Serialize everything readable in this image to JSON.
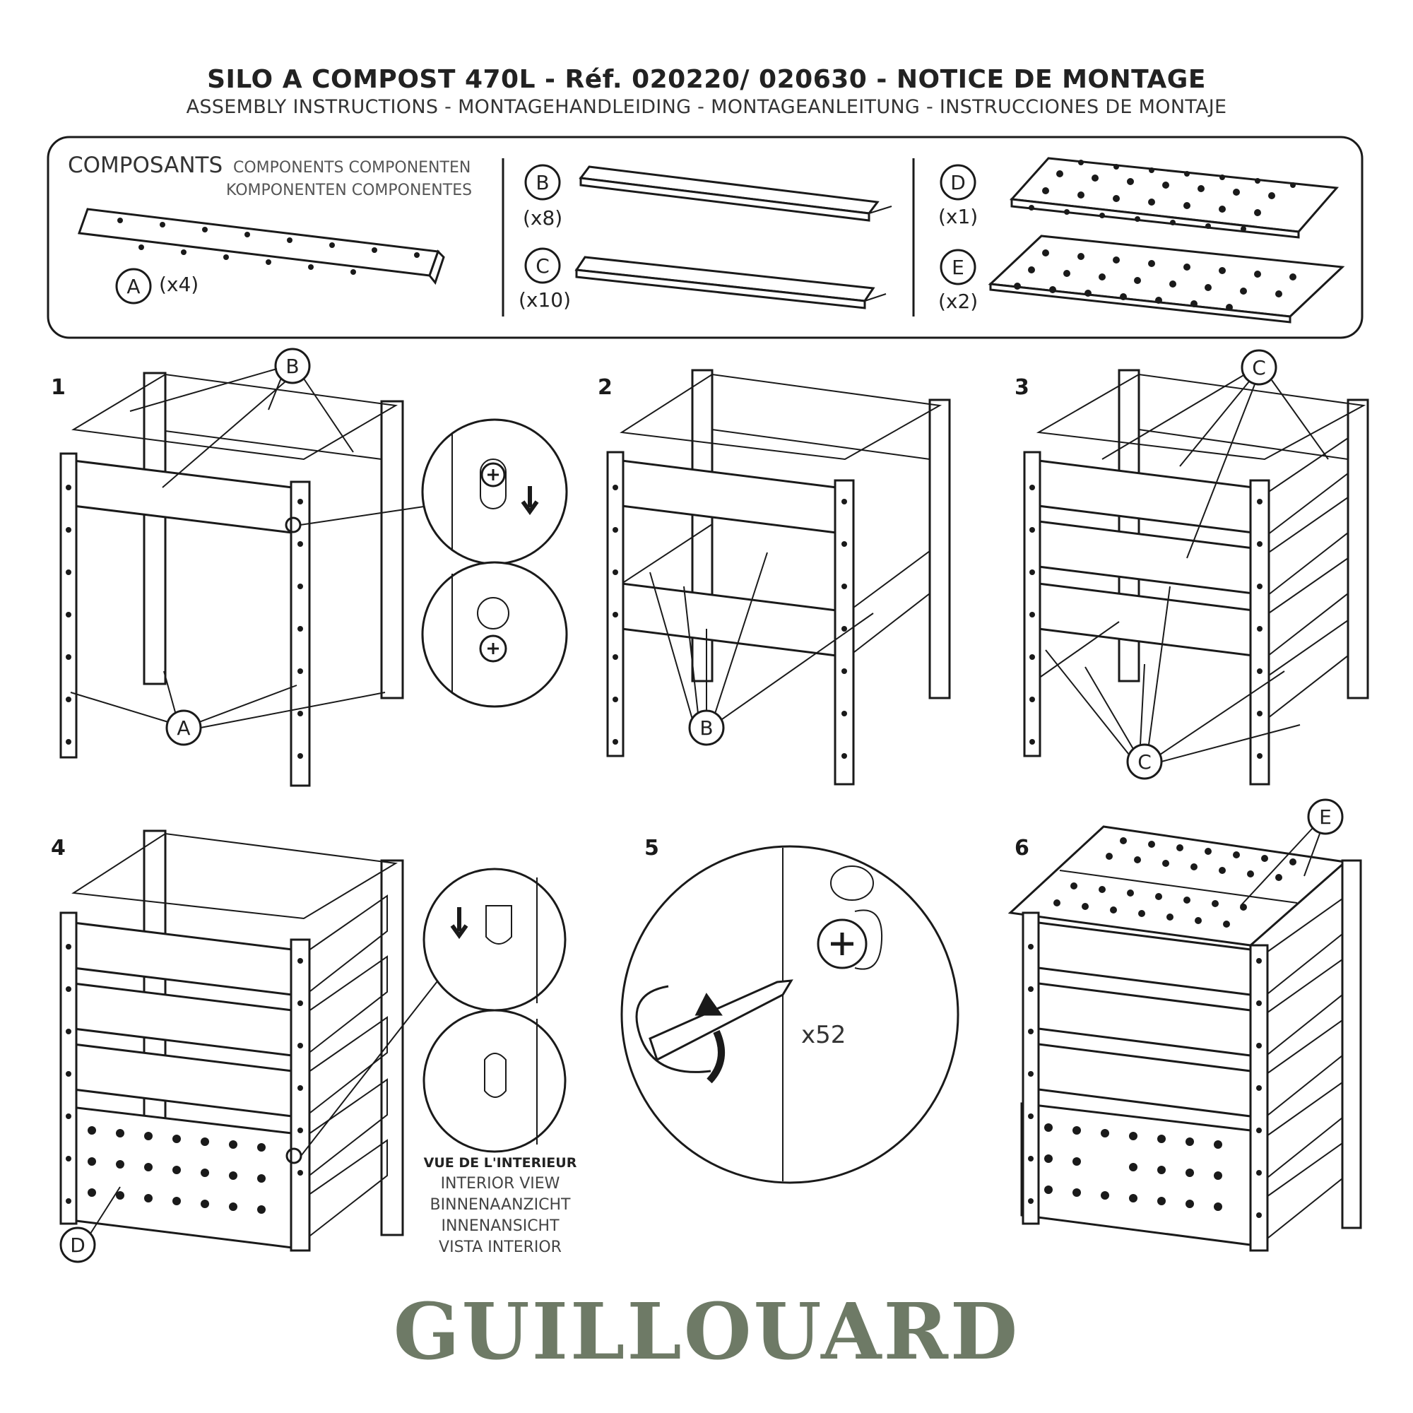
{
  "header": {
    "title": "SILO A COMPOST 470L - Réf. 020220/ 020630 - NOTICE DE MONTAGE",
    "subtitle": "ASSEMBLY INSTRUCTIONS - MONTAGEHANDLEIDING - MONTAGEANLEITUNG - INSTRUCCIONES DE MONTAJE"
  },
  "components": {
    "heading": "COMPOSANTS",
    "heading_translations_line1": "COMPONENTS  COMPONENTEN",
    "heading_translations_line2": "KOMPONENTEN  COMPONENTES",
    "items": [
      {
        "letter": "A",
        "qty": "(x4)"
      },
      {
        "letter": "B",
        "qty": "(x8)"
      },
      {
        "letter": "C",
        "qty": "(x10)"
      },
      {
        "letter": "D",
        "qty": "(x1)"
      },
      {
        "letter": "E",
        "qty": "(x2)"
      }
    ]
  },
  "steps": [
    {
      "number": "1",
      "callouts": [
        "B",
        "A"
      ]
    },
    {
      "number": "2",
      "callouts": [
        "B"
      ]
    },
    {
      "number": "3",
      "callouts": [
        "C",
        "C"
      ]
    },
    {
      "number": "4",
      "callouts": [
        "D"
      ]
    },
    {
      "number": "5",
      "screw_count": "x52"
    },
    {
      "number": "6",
      "callouts": [
        "E"
      ]
    }
  ],
  "interior_view": {
    "fr": "VUE DE L'INTERIEUR",
    "en": "INTERIOR VIEW",
    "nl": "BINNENAANZICHT",
    "de": "INNENANSICHT",
    "es": "VISTA INTERIOR"
  },
  "brand": {
    "name": "GUILLOUARD",
    "color": "#6e7a66"
  }
}
